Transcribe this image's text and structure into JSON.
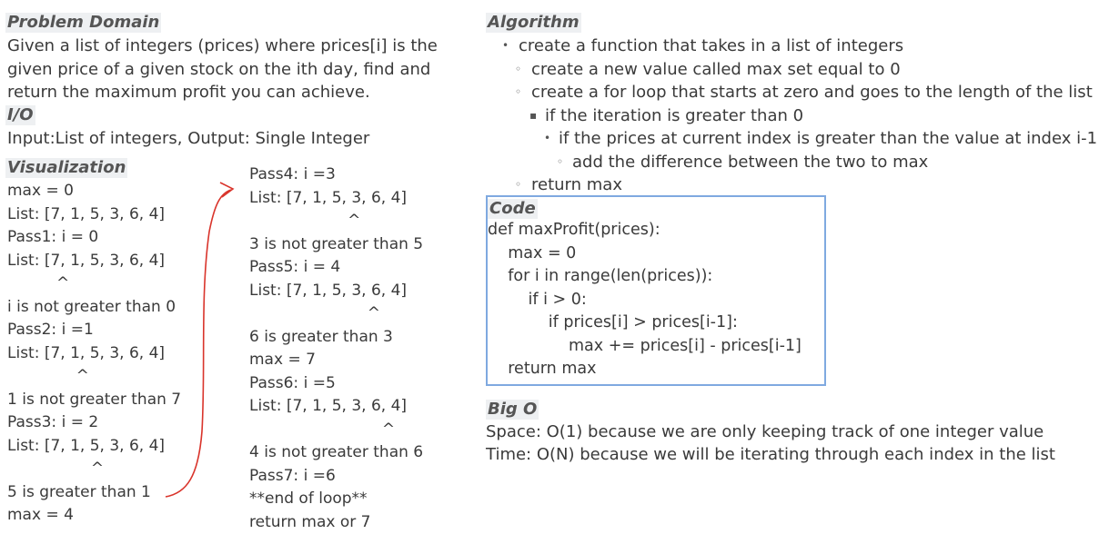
{
  "problem_domain": {
    "heading": "Problem Domain",
    "text": "Given a list of integers (prices) where prices[i] is the given price of a given stock on the ith day, find and return the maximum profit you can achieve."
  },
  "io": {
    "heading": "I/O",
    "text": "Input:List of integers, Output: Single Integer"
  },
  "visualization": {
    "heading": "Visualization",
    "col1": [
      "max = 0",
      "List: [7, 1, 5, 3, 6, 4]",
      "Pass1: i = 0",
      "List: [7, 1, 5, 3, 6, 4]",
      "          ^",
      "i is not greater than 0",
      "Pass2: i =1",
      "List: [7, 1, 5, 3, 6, 4]",
      "              ^",
      "1 is not greater than 7",
      "Pass3: i = 2",
      "List: [7, 1, 5, 3, 6, 4]",
      "                 ^",
      "5 is greater than 1",
      "max = 4"
    ],
    "col2": [
      "Pass4: i =3",
      "List: [7, 1, 5, 3, 6, 4]",
      "                    ^",
      "3 is not greater than 5",
      "Pass5: i = 4",
      "List: [7, 1, 5, 3, 6, 4]",
      "                        ^",
      "6 is greater than 3",
      "max = 7",
      "Pass6: i =5",
      "List: [7, 1, 5, 3, 6, 4]",
      "                           ^",
      "4 is not greater than 6",
      "Pass7: i =6",
      "**end of loop**",
      "return max or 7"
    ],
    "arrow_color": "#d9342b"
  },
  "algorithm": {
    "heading": "Algorithm",
    "items": [
      {
        "level": 0,
        "bullet": "•",
        "text": "create a function that takes in a list of integers"
      },
      {
        "level": 1,
        "bullet": "◦",
        "text": "create a new value called max set equal to 0"
      },
      {
        "level": 1,
        "bullet": "◦",
        "text": "create a for loop that starts at zero and goes to the length of the list"
      },
      {
        "level": 2,
        "bullet": "▪",
        "text": "if the iteration is greater than 0"
      },
      {
        "level": 3,
        "bullet": "•",
        "text": "if the prices at current index is greater than the value at index i-1"
      },
      {
        "level": 4,
        "bullet": "◦",
        "text": "add the difference between the two to max"
      },
      {
        "level": 1,
        "bullet": "◦",
        "text": "return max"
      }
    ]
  },
  "code": {
    "heading": "Code",
    "lines": [
      "def maxProfit(prices):",
      "    max = 0",
      "    for i in range(len(prices)):",
      "        if i > 0:",
      "            if prices[i] > prices[i-1]:",
      "                max += prices[i] - prices[i-1]",
      "    return max"
    ],
    "border_color": "#7fa9e0"
  },
  "big_o": {
    "heading": "Big O",
    "space": "Space: O(1) because we are only keeping track of one integer value",
    "time": "Time: O(N) because we will be iterating through each index in the list"
  }
}
